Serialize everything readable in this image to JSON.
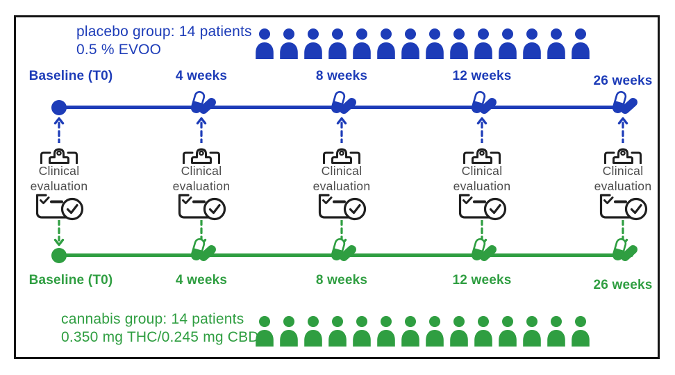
{
  "colors": {
    "blue": "#1d3cb8",
    "green": "#2f9e41",
    "icon_black": "#1f1f1f",
    "eval_text_gray": "#4d4d4d",
    "border_black": "#141414"
  },
  "placebo_group": {
    "label_line1": "placebo group: 14 patients",
    "label_line2": "0.5 % EVOO",
    "patients_count": 14
  },
  "cannabis_group": {
    "label_line1": "cannabis group: 14 patients",
    "label_line2": "0.350 mg THC/0.245 mg CBD",
    "patients_count": 14
  },
  "timeline": {
    "labels": [
      "Baseline (T0)",
      "4 weeks",
      "8 weeks",
      "12 weeks",
      "26 weeks"
    ]
  },
  "evaluation": {
    "line1": "Clinical",
    "line2": "evaluation"
  },
  "icons": {
    "person": "person silhouette (head + shoulders)",
    "pills": "two capsule pills, one half-filled outline + one solid",
    "clipboard": "top clip of a clipboard with hole",
    "checklist": "checked box with circled checkmark badge",
    "arrow_up": "dashed arrow pointing up",
    "arrow_down": "dashed arrow pointing down"
  }
}
